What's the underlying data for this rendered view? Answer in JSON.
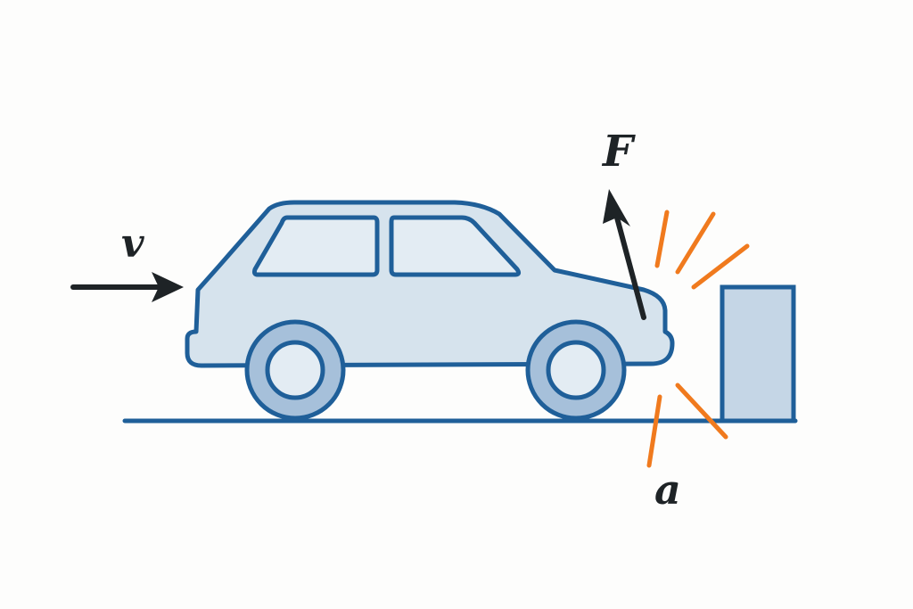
{
  "labels": {
    "velocity": "v",
    "force": "F",
    "acceleration": "a"
  },
  "colors": {
    "background": "#fdfdfc",
    "outline_blue": "#1f5f99",
    "body_fill": "#d6e3ed",
    "window_fill": "#e3ecf3",
    "tire_fill": "#a6c0da",
    "hub_fill": "#e3ecf3",
    "wall_fill": "#c5d6e6",
    "arrow_black": "#1e2326",
    "impact_orange": "#f07a1e"
  },
  "icons": {
    "velocity_arrow": "arrow-right-icon",
    "force_arrow": "arrow-up-icon",
    "impact": "impact-burst-icon"
  }
}
